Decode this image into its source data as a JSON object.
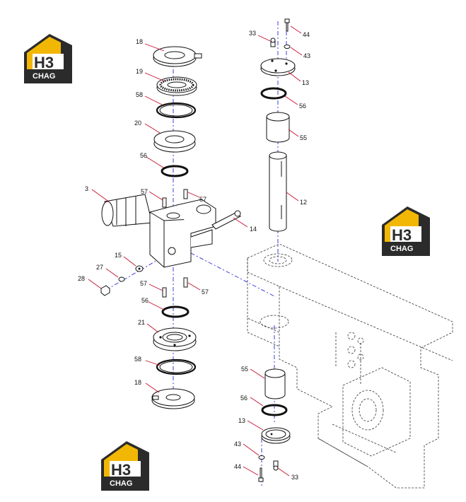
{
  "brand": {
    "mark": "H3",
    "name": "CHAG",
    "colors": {
      "yellow": "#f2b705",
      "dark": "#2b2b2b"
    }
  },
  "callouts": {
    "p18_top": "18",
    "p19": "19",
    "p58_top": "58",
    "p20": "20",
    "p56_a": "56",
    "p3": "3",
    "p57_a": "57",
    "p57_b": "57",
    "p14": "14",
    "p15": "15",
    "p27": "27",
    "p28": "28",
    "p57_c": "57",
    "p57_d": "57",
    "p56_b": "56",
    "p21": "21",
    "p58_bot": "58",
    "p18_bot": "18",
    "p33_top": "33",
    "p44_top": "44",
    "p43_top": "43",
    "p13_top": "13",
    "p56_c": "56",
    "p55_top": "55",
    "p12": "12",
    "p55_bot": "55",
    "p56_d": "56",
    "p13_bot": "13",
    "p43_bot": "43",
    "p44_bot": "44",
    "p33_bot": "33"
  }
}
